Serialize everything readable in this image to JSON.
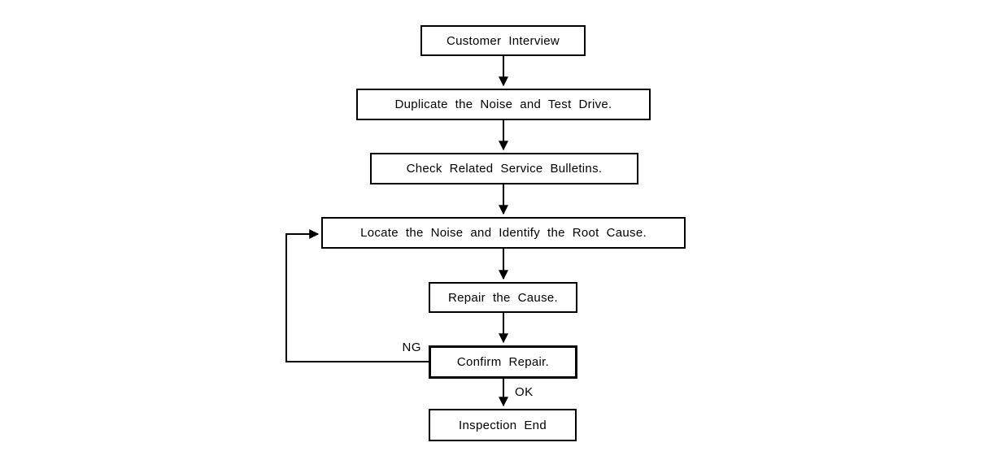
{
  "diagram": {
    "type": "flowchart",
    "background_color": "#ffffff",
    "line_color": "#000000",
    "nodes": [
      {
        "id": "customer-interview",
        "label": "Customer Interview"
      },
      {
        "id": "duplicate-noise",
        "label": "Duplicate the Noise and Test Drive."
      },
      {
        "id": "check-bulletins",
        "label": "Check Related Service Bulletins."
      },
      {
        "id": "locate-noise",
        "label": "Locate the Noise and Identify the Root Cause."
      },
      {
        "id": "repair-cause",
        "label": "Repair the Cause."
      },
      {
        "id": "confirm-repair",
        "label": "Confirm Repair.",
        "emphasized": true
      },
      {
        "id": "inspection-end",
        "label": "Inspection End"
      }
    ],
    "edges": [
      {
        "from": "customer-interview",
        "to": "duplicate-noise",
        "label": ""
      },
      {
        "from": "duplicate-noise",
        "to": "check-bulletins",
        "label": ""
      },
      {
        "from": "check-bulletins",
        "to": "locate-noise",
        "label": ""
      },
      {
        "from": "locate-noise",
        "to": "repair-cause",
        "label": ""
      },
      {
        "from": "repair-cause",
        "to": "confirm-repair",
        "label": ""
      },
      {
        "from": "confirm-repair",
        "to": "inspection-end",
        "label": "OK"
      },
      {
        "from": "confirm-repair",
        "to": "locate-noise",
        "label": "NG"
      }
    ]
  }
}
